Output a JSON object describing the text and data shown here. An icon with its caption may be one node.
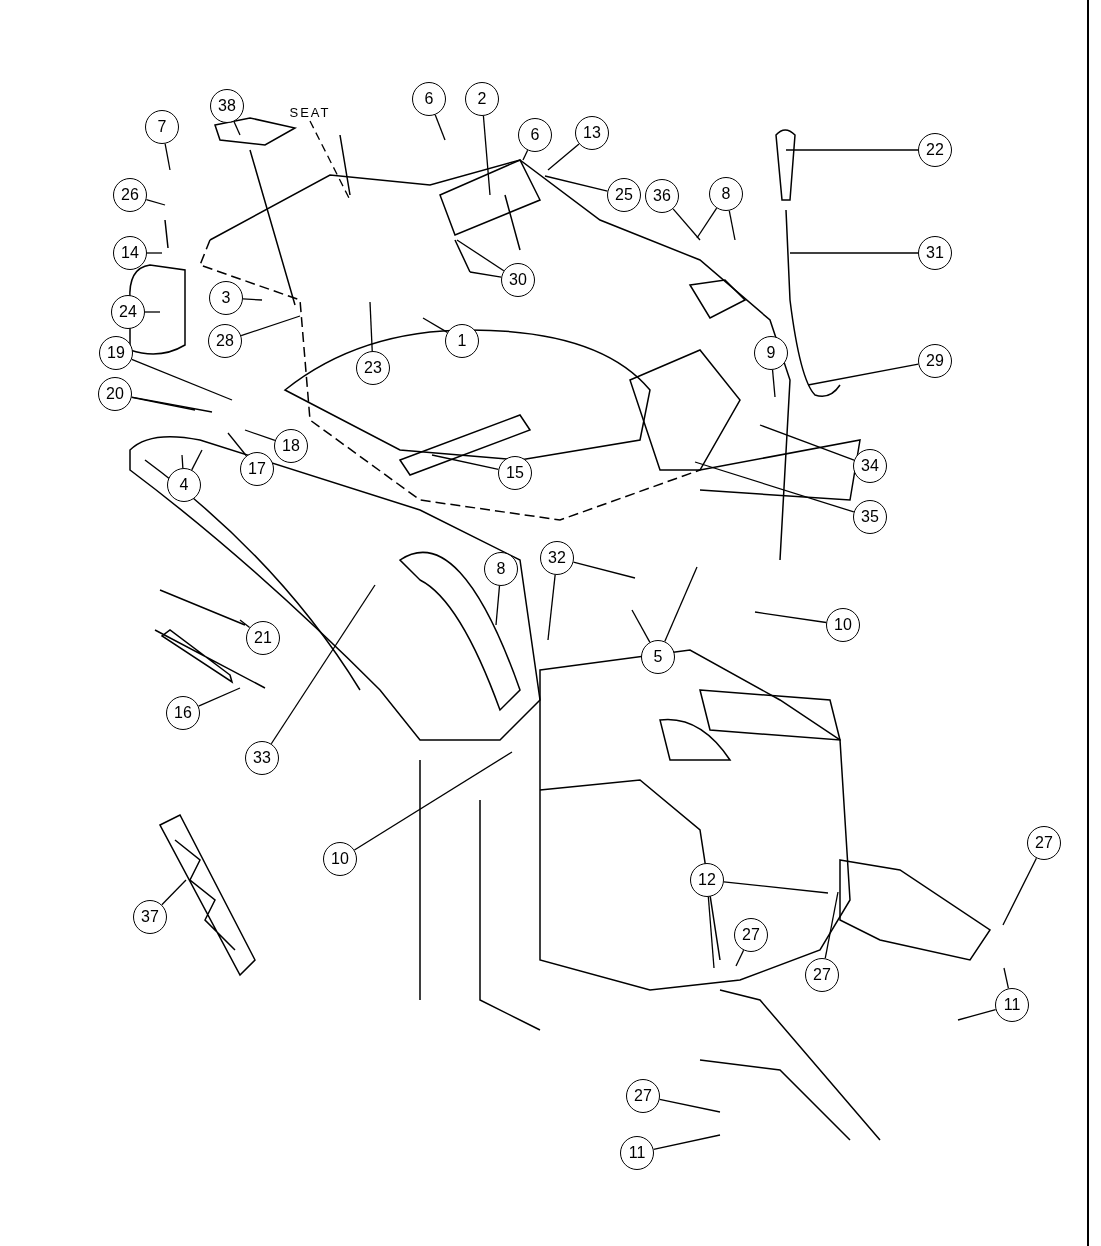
{
  "diagram": {
    "nodes": [
      {
        "text": [
          "SEAT"
        ]
      },
      {
        "text": [
          "38"
        ]
      },
      {
        "text": [
          "7"
        ]
      },
      {
        "text": [
          "6"
        ]
      },
      {
        "text": [
          "2"
        ]
      },
      {
        "text": [
          "26"
        ]
      },
      {
        "text": [
          "6"
        ]
      },
      {
        "text": [
          "13"
        ]
      },
      {
        "text": [
          "22"
        ]
      },
      {
        "text": [
          "25"
        ]
      },
      {
        "text": [
          "36"
        ]
      },
      {
        "text": [
          "8"
        ]
      },
      {
        "text": [
          "14"
        ]
      },
      {
        "text": [
          "31"
        ]
      },
      {
        "text": [
          "30"
        ]
      },
      {
        "text": [
          "3"
        ]
      },
      {
        "text": [
          "24"
        ]
      },
      {
        "text": [
          "28"
        ]
      },
      {
        "text": [
          "1"
        ]
      },
      {
        "text": [
          "19"
        ]
      },
      {
        "text": [
          "9"
        ]
      },
      {
        "text": [
          "29"
        ]
      },
      {
        "text": [
          "23"
        ]
      },
      {
        "text": [
          "20"
        ]
      },
      {
        "text": [
          "18"
        ]
      },
      {
        "text": [
          "34"
        ]
      },
      {
        "text": [
          "17"
        ]
      },
      {
        "text": [
          "15"
        ]
      },
      {
        "text": [
          "4"
        ]
      },
      {
        "text": [
          "35"
        ]
      },
      {
        "text": [
          "32"
        ]
      },
      {
        "text": [
          "8"
        ]
      },
      {
        "text": [
          "10"
        ]
      },
      {
        "text": [
          "21"
        ]
      },
      {
        "text": [
          "5"
        ]
      },
      {
        "text": [
          "16"
        ]
      },
      {
        "text": [
          "33"
        ]
      },
      {
        "text": [
          "10"
        ]
      },
      {
        "text": [
          "27"
        ]
      },
      {
        "text": [
          "12"
        ]
      },
      {
        "text": [
          "37"
        ]
      },
      {
        "text": [
          "27"
        ]
      },
      {
        "text": [
          "27"
        ]
      },
      {
        "text": [
          "11"
        ]
      },
      {
        "text": [
          "27"
        ]
      },
      {
        "text": [
          "11"
        ]
      }
    ],
    "edges": [
      {
        "from": 0,
        "to": null,
        "arrow": "none",
        "style": "dashed"
      },
      {
        "from": 1,
        "to": null,
        "arrow": "none"
      },
      {
        "from": 2,
        "to": null,
        "arrow": "none"
      },
      {
        "from": 3,
        "to": null,
        "arrow": "none"
      },
      {
        "from": 4,
        "to": null,
        "arrow": "none"
      },
      {
        "from": 5,
        "to": null,
        "arrow": "none"
      },
      {
        "from": 6,
        "to": null,
        "arrow": "none"
      },
      {
        "from": 7,
        "to": null,
        "arrow": "none"
      },
      {
        "from": 8,
        "to": null,
        "arrow": "none"
      },
      {
        "from": 9,
        "to": null,
        "arrow": "none"
      },
      {
        "from": 10,
        "to": null,
        "arrow": "none"
      },
      {
        "from": 11,
        "to": null,
        "arrow": "none"
      },
      {
        "from": 11,
        "to": null,
        "arrow": "none"
      },
      {
        "from": 12,
        "to": null,
        "arrow": "none"
      },
      {
        "from": 13,
        "to": null,
        "arrow": "none"
      },
      {
        "from": 14,
        "to": null,
        "arrow": "none"
      },
      {
        "from": 14,
        "to": null,
        "arrow": "none"
      },
      {
        "from": 15,
        "to": null,
        "arrow": "none"
      },
      {
        "from": 16,
        "to": null,
        "arrow": "none"
      },
      {
        "from": 17,
        "to": null,
        "arrow": "none"
      },
      {
        "from": 18,
        "to": null,
        "arrow": "none"
      },
      {
        "from": 19,
        "to": null,
        "arrow": "none"
      },
      {
        "from": 20,
        "to": null,
        "arrow": "none"
      },
      {
        "from": 21,
        "to": null,
        "arrow": "none"
      },
      {
        "from": 22,
        "to": null,
        "arrow": "none"
      },
      {
        "from": 23,
        "to": null,
        "arrow": "none"
      },
      {
        "from": 23,
        "to": null,
        "arrow": "none"
      },
      {
        "from": 24,
        "to": null,
        "arrow": "none"
      },
      {
        "from": 25,
        "to": null,
        "arrow": "none"
      },
      {
        "from": 26,
        "to": null,
        "arrow": "none"
      },
      {
        "from": 27,
        "to": null,
        "arrow": "none"
      },
      {
        "from": 28,
        "to": null,
        "arrow": "none"
      },
      {
        "from": 28,
        "to": null,
        "arrow": "none"
      },
      {
        "from": 29,
        "to": null,
        "arrow": "none"
      },
      {
        "from": 30,
        "to": null,
        "arrow": "none"
      },
      {
        "from": 30,
        "to": null,
        "arrow": "none"
      },
      {
        "from": 31,
        "to": null,
        "arrow": "none"
      },
      {
        "from": 32,
        "to": null,
        "arrow": "none"
      },
      {
        "from": 33,
        "to": null,
        "arrow": "none"
      },
      {
        "from": 34,
        "to": null,
        "arrow": "none"
      },
      {
        "from": 34,
        "to": null,
        "arrow": "none"
      },
      {
        "from": 35,
        "to": null,
        "arrow": "none"
      },
      {
        "from": 36,
        "to": null,
        "arrow": "none"
      },
      {
        "from": 37,
        "to": null,
        "arrow": "none"
      },
      {
        "from": 38,
        "to": null,
        "arrow": "none"
      },
      {
        "from": 39,
        "to": null,
        "arrow": "none"
      },
      {
        "from": 39,
        "to": null,
        "arrow": "none"
      },
      {
        "from": 40,
        "to": null,
        "arrow": "none"
      },
      {
        "from": 41,
        "to": null,
        "arrow": "none"
      },
      {
        "from": 42,
        "to": null,
        "arrow": "none"
      },
      {
        "from": 43,
        "to": null,
        "arrow": "none"
      },
      {
        "from": 43,
        "to": null,
        "arrow": "none"
      },
      {
        "from": 44,
        "to": null,
        "arrow": "none"
      },
      {
        "from": 45,
        "to": null,
        "arrow": "none"
      }
    ]
  }
}
